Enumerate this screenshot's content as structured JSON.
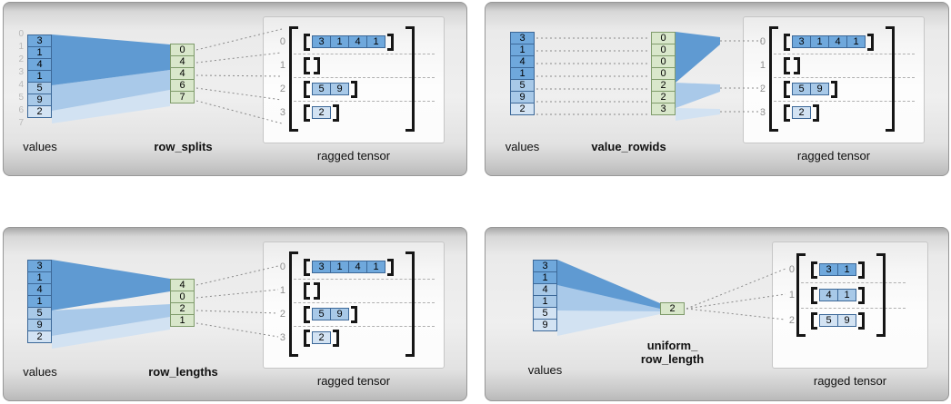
{
  "colors": {
    "cell_blue_dark": "#6fa8dc",
    "cell_blue_mid": "#a8c9e8",
    "cell_blue_light": "#d3e3f3",
    "cell_green": "#d9e7cb",
    "funnel_dark": "#5f9ad2",
    "funnel_mid": "#a9c9e9",
    "funnel_light": "#d2e2f2",
    "bracket_black": "#161616",
    "index_gray": "#8f8f8f"
  },
  "panels": [
    {
      "method": "row_splits",
      "values_label": "values",
      "tensor_label": "ragged tensor",
      "split_offsets": [
        "0",
        "1",
        "2",
        "3",
        "4",
        "5",
        "6",
        "7"
      ],
      "values": [
        "3",
        "1",
        "4",
        "1",
        "5",
        "9",
        "2"
      ],
      "method_values": [
        "0",
        "4",
        "4",
        "6",
        "7"
      ],
      "row_indices": [
        "0",
        "1",
        "2",
        "3"
      ],
      "tensor_rows": [
        [
          "3",
          "1",
          "4",
          "1"
        ],
        [],
        [
          "5",
          "9"
        ],
        [
          "2"
        ]
      ]
    },
    {
      "method": "value_rowids",
      "values_label": "values",
      "tensor_label": "ragged tensor",
      "values": [
        "3",
        "1",
        "4",
        "1",
        "5",
        "9",
        "2"
      ],
      "method_values": [
        "0",
        "0",
        "0",
        "0",
        "2",
        "2",
        "3"
      ],
      "row_indices": [
        "0",
        "1",
        "2",
        "3"
      ],
      "tensor_rows": [
        [
          "3",
          "1",
          "4",
          "1"
        ],
        [],
        [
          "5",
          "9"
        ],
        [
          "2"
        ]
      ]
    },
    {
      "method": "row_lengths",
      "values_label": "values",
      "tensor_label": "ragged tensor",
      "values": [
        "3",
        "1",
        "4",
        "1",
        "5",
        "9",
        "2"
      ],
      "method_values": [
        "4",
        "0",
        "2",
        "1"
      ],
      "row_indices": [
        "0",
        "1",
        "2",
        "3"
      ],
      "tensor_rows": [
        [
          "3",
          "1",
          "4",
          "1"
        ],
        [],
        [
          "5",
          "9"
        ],
        [
          "2"
        ]
      ]
    },
    {
      "method_line1": "uniform_",
      "method_line2": "row_length",
      "values_label": "values",
      "tensor_label": "ragged tensor",
      "values": [
        "3",
        "1",
        "4",
        "1",
        "5",
        "9"
      ],
      "method_values": [
        "2"
      ],
      "row_indices": [
        "0",
        "1",
        "2"
      ],
      "tensor_rows": [
        [
          "3",
          "1"
        ],
        [
          "4",
          "1"
        ],
        [
          "5",
          "9"
        ]
      ]
    }
  ]
}
